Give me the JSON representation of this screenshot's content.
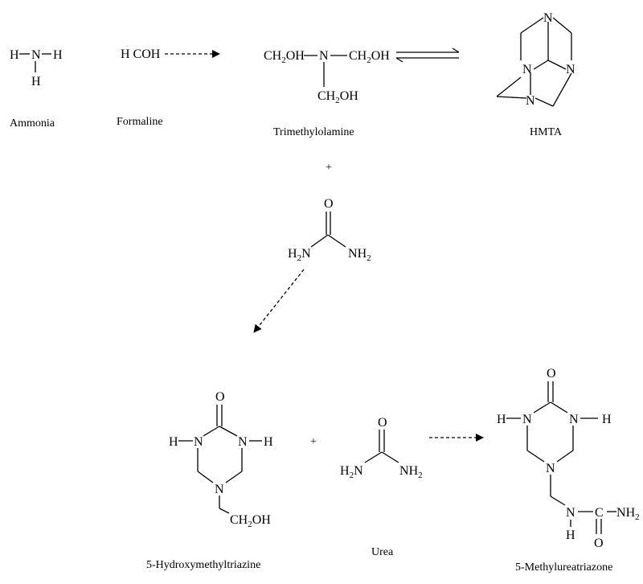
{
  "atoms": {
    "H": "H",
    "N": "N",
    "O": "O",
    "two": "2",
    "formaldehyde": "H COH",
    "ch": "CH",
    "oh": "OH",
    "c": "C"
  },
  "plus": "+",
  "captions": {
    "ammonia": "Ammonia",
    "formaline": "Formaline",
    "trimethylolamine": "Trimethylolamine",
    "hmta": "HMTA",
    "hydroxymethyltriazine": "5-Hydroxymethyltriazine",
    "urea": "Urea",
    "methylureatriazone": "5-Methylureatriazone"
  }
}
